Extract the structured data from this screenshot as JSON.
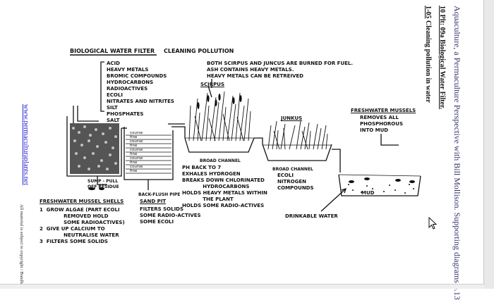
{
  "side": {
    "header_title": "Aquaculture, a Permaculture Perspective with Bill Mollison.  Supporting diagrams  p.13",
    "plate_title": "10 Plt: 09a Biological Water Filter.",
    "subtitle_code": "1-05",
    "subtitle_text": " Cleaning pollution in water",
    "website": "www.permaculturaplants.net",
    "copyright": "All material is subject to copyright / Bundle"
  },
  "diagram": {
    "title": "BIOLOGICAL WATER FILTER",
    "subtitle": "CLEANING POLLUTION",
    "pollutants": [
      "ACID",
      "HEAVY METALS",
      "BROMIC COMPOUNDS",
      "HYDROCARBONS",
      "RADIOACTIVES",
      "ECOLI",
      "NITRATES AND NITRITES",
      "SILT",
      "PHOSPHATES",
      "SALT"
    ],
    "fuel_note": "BOTH SCIRPUS AND JUNCUS ARE BURNED FOR FUEL.\nASH CONTAINS HEAVY METALS.\nHEAVY METALS CAN BE RETREIVED",
    "scirpus_label": "SCIRPUS",
    "junkus_label": "JUNKUS",
    "broad_channel_1": "BROAD CHANNEL",
    "broad_channel_2": "BROAD CHANNEL",
    "mussels_title": "FRESHWATER MUSSELS",
    "mussels_text": "REMOVES ALL\nPHOSPHOROUS\nINTO MUD",
    "junkus_text": "ECOLI\nNITROGEN\nCOMPOUNDS",
    "mud_label": "MUD",
    "sump_label": "SUMP - PULL\nOFF RESIDUE",
    "backflush_label": "BACK-FLUSH PIPE",
    "layer_labels": [
      "course",
      "fine",
      "course",
      "fine",
      "course",
      "fine",
      "course",
      "fine",
      "course",
      "fine"
    ],
    "scirpus_text": "PH BACK TO 7\nEXHALES HYDROGEN\nBREAKS DOWN CHLORINATED\n            HYDROCARBONS\nHOLDS HEAVY METALS WITHIN\n            THE PLANT\nHOLDS SOME RADIO-ACTIVES",
    "shells_title": "FRESHWATER MUSSEL SHELLS",
    "shells_text": "1  GROW ALGAE (PART ECOLI\n              REMOVED HOLD\n              SOME RADIOACTIVES)\n2  GIVE UP CALCIUM TO\n              NEUTRALISE WATER\n3  FILTERS SOME SOLIDS",
    "sandpit_title": "SAND PIT",
    "sandpit_text": "FILTERS SOLIDS\nSOME RADIO-ACTIVES\nSOME ECOLI",
    "drinkable_label": "DRINKABLE WATER"
  }
}
